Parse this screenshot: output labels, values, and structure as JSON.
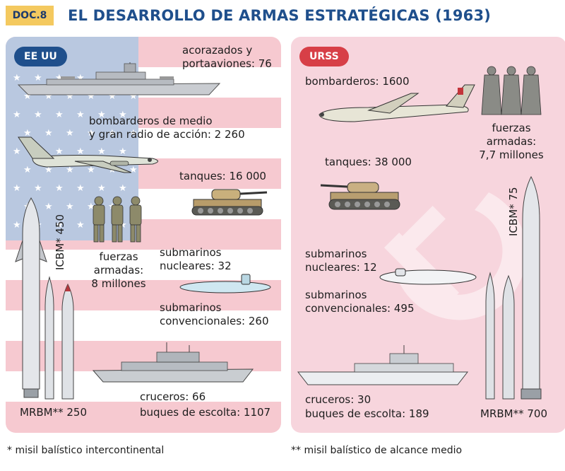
{
  "header": {
    "doc": "DOC.8",
    "title": "EL DESARROLLO DE ARMAS ESTRATÉGICAS (1963)"
  },
  "usa": {
    "badge": "EE UU",
    "acorazados_1": "acorazados y",
    "acorazados_2": "portaaviones: 76",
    "bombarderos_1": "bombarderos de medio",
    "bombarderos_2": "y gran radio de acción: 2 260",
    "tanques": "tanques: 16 000",
    "icbm": "ICBM* 450",
    "fuerzas_1": "fuerzas",
    "fuerzas_2": "armadas:",
    "fuerzas_3": "8 millones",
    "sub_nuc_1": "submarinos",
    "sub_nuc_2": "nucleares: 32",
    "sub_conv_1": "submarinos",
    "sub_conv_2": "convencionales: 260",
    "cruceros": "cruceros: 66",
    "escolta": "buques de escolta: 1107",
    "mrbm": "MRBM** 250"
  },
  "urss": {
    "badge": "URSS",
    "bombarderos": "bombarderos: 1600",
    "fuerzas_1": "fuerzas",
    "fuerzas_2": "armadas:",
    "fuerzas_3": "7,7 millones",
    "tanques": "tanques: 38 000",
    "icbm": "ICBM* 75",
    "sub_nuc_1": "submarinos",
    "sub_nuc_2": "nucleares: 12",
    "sub_conv_1": "submarinos",
    "sub_conv_2": "convencionales: 495",
    "cruceros": "cruceros: 30",
    "escolta": "buques de escolta: 189",
    "mrbm": "MRBM** 700"
  },
  "footnotes": {
    "icbm": "* misil balístico intercontinental",
    "mrbm": "** misil balístico de alcance medio"
  },
  "icons": [
    "battleship-icon",
    "bomber-icon",
    "tank-icon",
    "soldiers-icon",
    "submarine-icon",
    "cruiser-icon",
    "missile-icon",
    "hammer-sickle-icon",
    "us-flag-background",
    "ussr-flag-background"
  ],
  "colors": {
    "usa_badge": "#1f4f8c",
    "urss_badge": "#d73f47",
    "doc_badge": "#f4c95f",
    "title": "#1f4f8c",
    "stripe": "#f6c9d0",
    "canton": "#b9c8e0",
    "urss_panel": "#f7d5dd"
  }
}
